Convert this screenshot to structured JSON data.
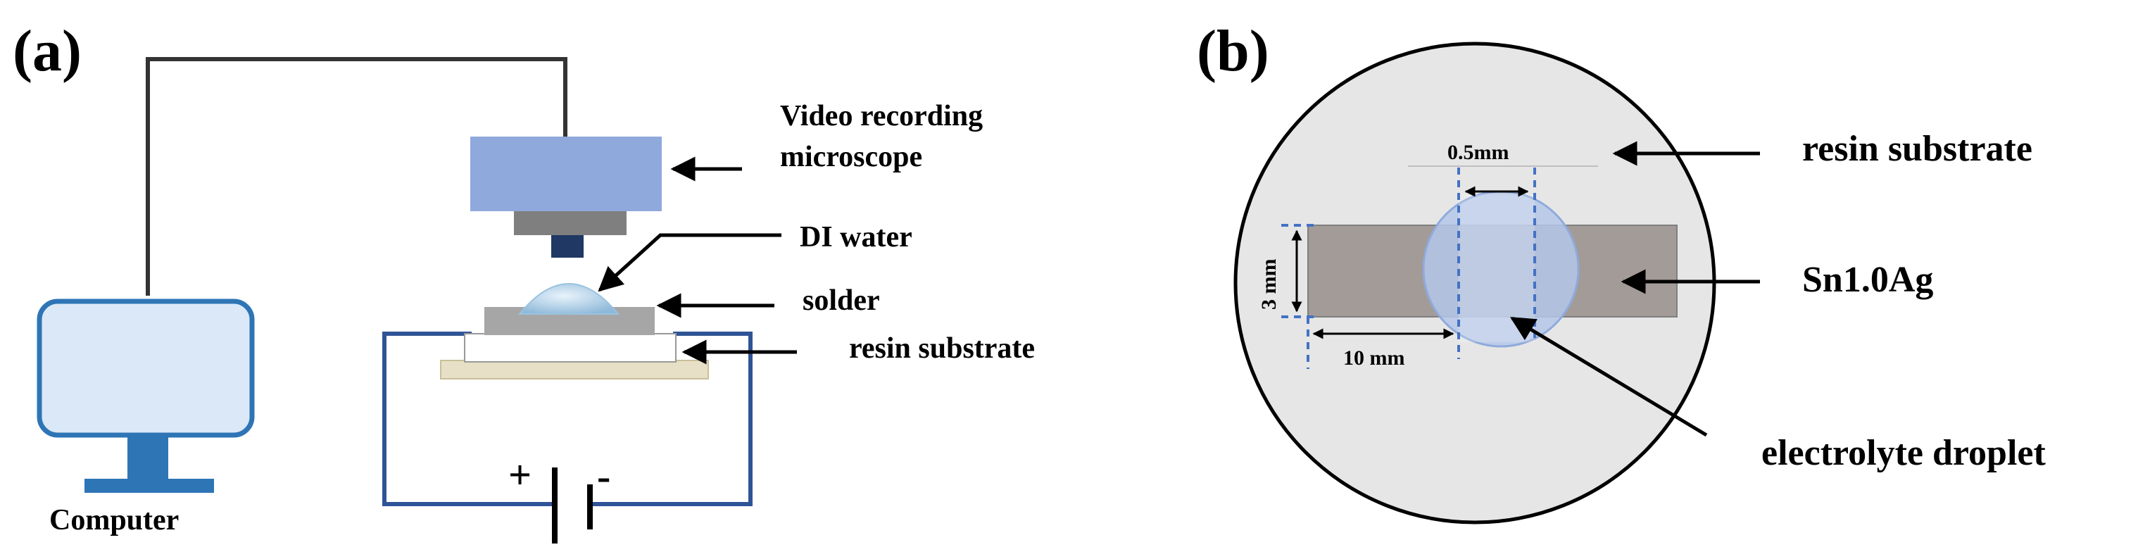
{
  "panel_a": {
    "label": "(a)",
    "microscope_label_line1": "Video recording",
    "microscope_label_line2": "microscope",
    "water_label": "DI water",
    "solder_label": "solder",
    "substrate_label": "resin substrate",
    "computer_label": "Computer",
    "plus_sign": "+",
    "minus_sign": "-"
  },
  "panel_b": {
    "label": "(b)",
    "substrate_label": "resin substrate",
    "alloy_label": "Sn1.0Ag",
    "droplet_label": "electrolyte droplet",
    "dim_width": "0.5mm",
    "dim_height": "3 mm",
    "dim_length": "10 mm"
  },
  "colors": {
    "microscope_body": "#8fa9dc",
    "microscope_lens": "#7f7f7f",
    "objective": "#1f3864",
    "monitor_fill": "#dbe8f7",
    "monitor_stroke": "#2e75b6",
    "circuit": "#2f5496",
    "solder": "#a6a6a6",
    "resin_top": "#ffffff",
    "resin_base": "#e7e0c6",
    "droplet": "#bdd7ee",
    "disc_fill": "#e6e6e6",
    "strip_fill": "#a39b98",
    "dim_line": "#4472c4"
  }
}
